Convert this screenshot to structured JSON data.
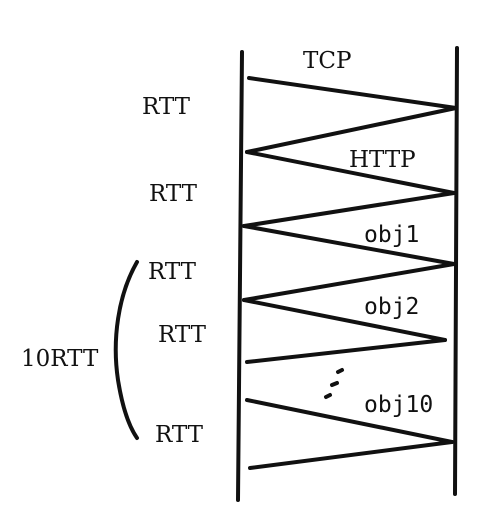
{
  "diagram": {
    "messages": [
      {
        "label": "TCP"
      },
      {
        "label": "HTTP"
      },
      {
        "label": "obj1"
      },
      {
        "label": "obj2"
      },
      {
        "label": "obj10"
      }
    ],
    "rtt_labels": [
      "RTT",
      "RTT",
      "RTT",
      "RTT",
      "RTT"
    ],
    "group_label": "10RTT",
    "colors": {
      "ink": "#111111",
      "background": "#ffffff"
    }
  }
}
